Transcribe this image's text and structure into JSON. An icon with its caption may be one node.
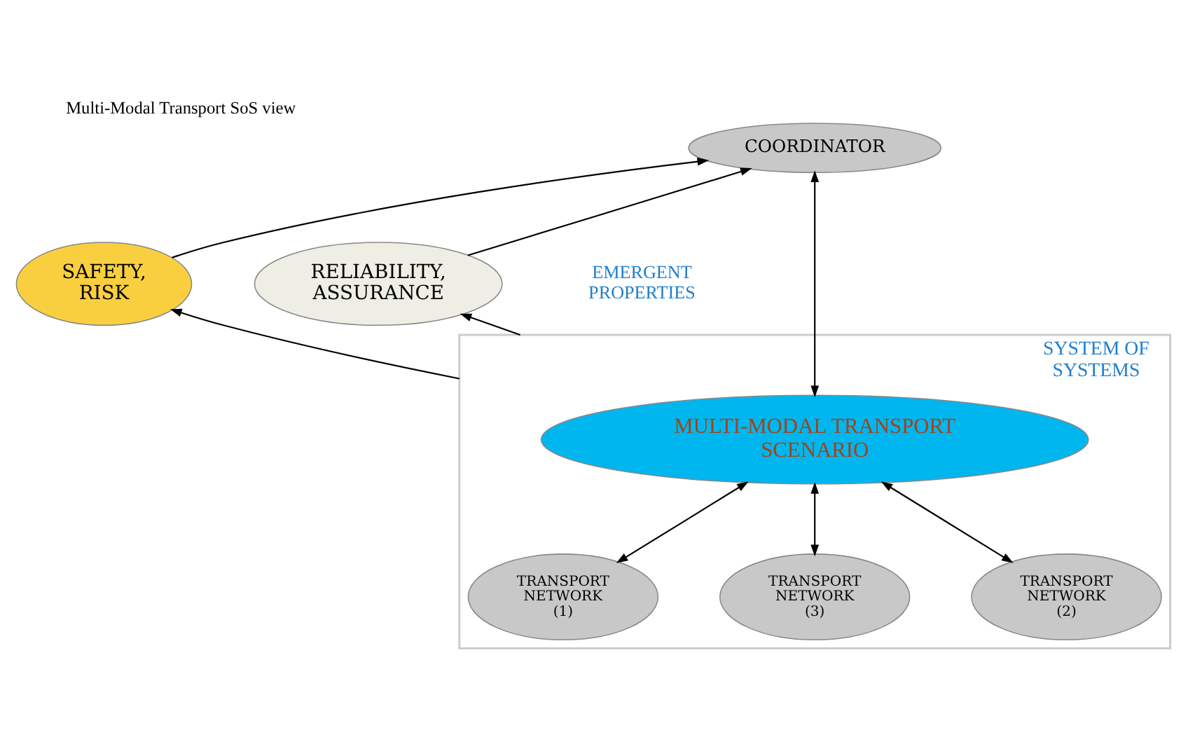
{
  "diagram": {
    "title": "Multi-Modal Transport SoS view",
    "nodes": [
      {
        "text": [
          "COORDINATOR"
        ]
      },
      {
        "text": [
          "SAFETY, RISK"
        ]
      },
      {
        "text": [
          "RELIABILITY, ASSURANCE"
        ]
      },
      {
        "text": [
          "SYSTEM OF SYSTEMS"
        ]
      },
      {
        "text": [
          "MULTI-MODAL TRANSPORT SCENARIO"
        ],
        "in": 3
      },
      {
        "text": [
          "TRANSPORT NETWORK (1)"
        ],
        "in": 3
      },
      {
        "text": [
          "TRANSPORT NETWORK (3)"
        ],
        "in": 3
      },
      {
        "text": [
          "TRANSPORT NETWORK (2)"
        ],
        "in": 3
      }
    ],
    "edges": [
      {
        "from": 1,
        "to": 0,
        "arrow": "to"
      },
      {
        "from": 2,
        "to": 0,
        "arrow": "to"
      },
      {
        "from": 0,
        "to": 4,
        "arrow": "both"
      },
      {
        "from": 3,
        "to": 1,
        "arrow": "to"
      },
      {
        "from": 3,
        "to": 2,
        "arrow": "to"
      },
      {
        "from": 4,
        "to": 5,
        "arrow": "both"
      },
      {
        "from": 4,
        "to": 6,
        "arrow": "both"
      },
      {
        "from": 4,
        "to": 7,
        "arrow": "both"
      }
    ],
    "labels": [
      "EMERGENT PROPERTIES"
    ]
  }
}
